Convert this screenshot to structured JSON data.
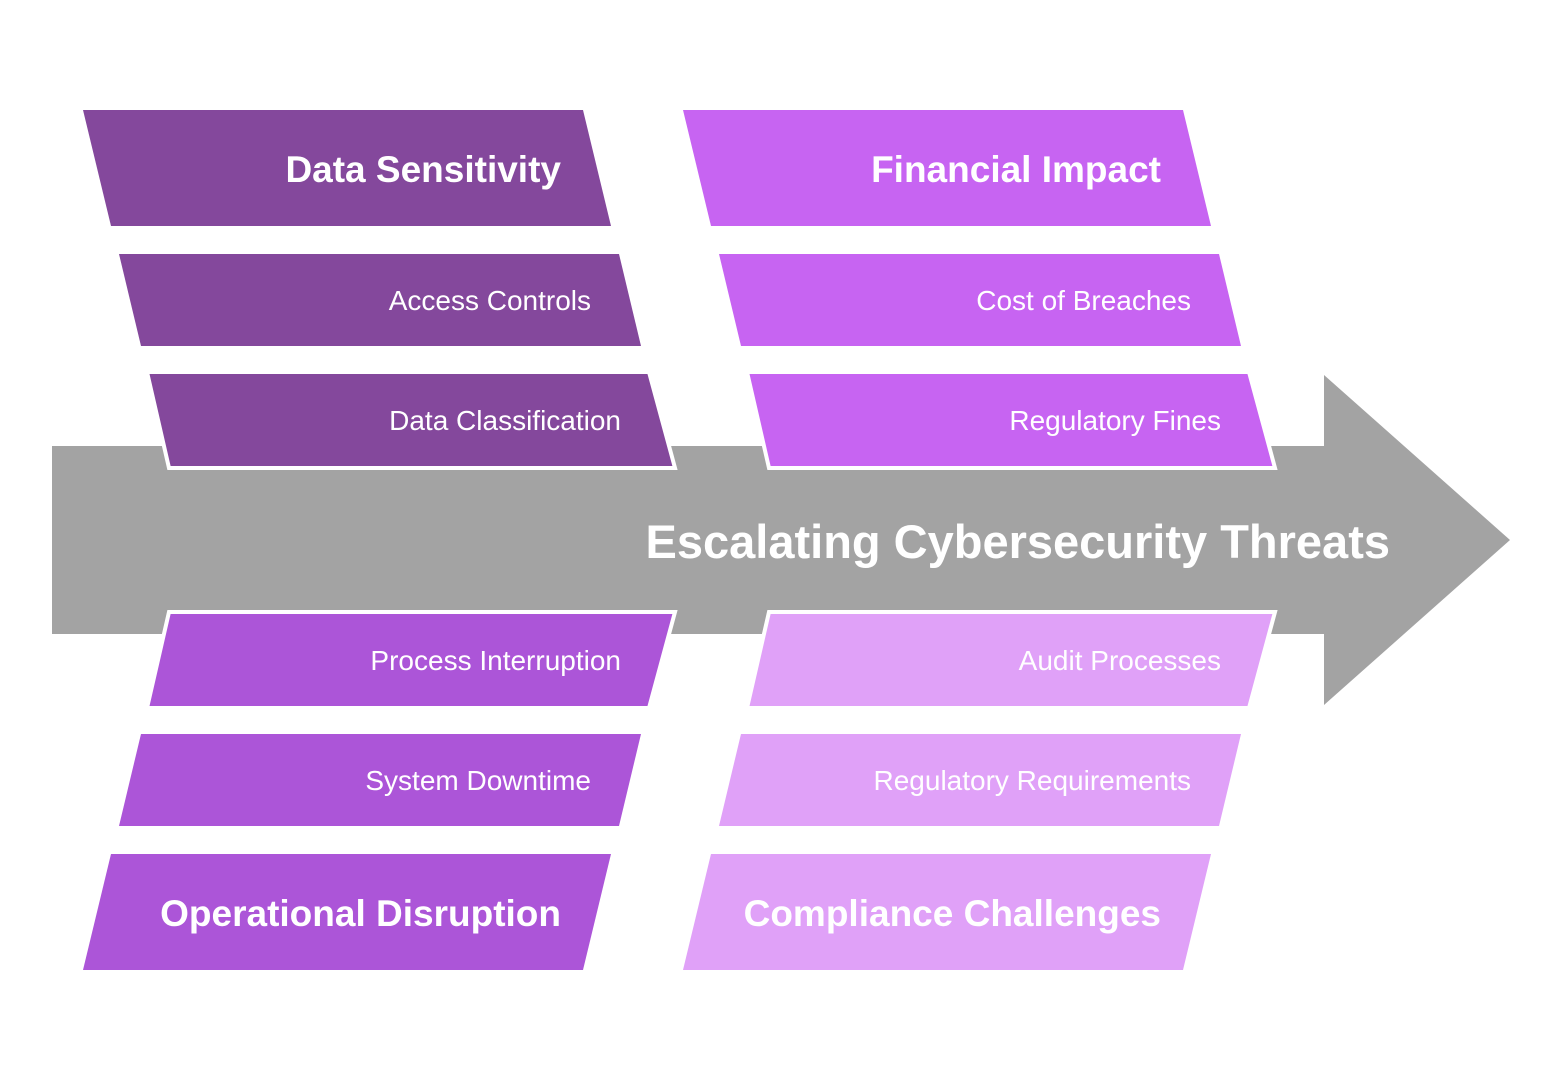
{
  "main": {
    "label": "Escalating Cybersecurity Threats"
  },
  "colors": {
    "arrow": "#a3a3a3",
    "data_sensitivity": "#84489c",
    "financial_impact": "#c764f2",
    "operational_disruption": "#ac55d8",
    "compliance_challenges": "#e0a1f8"
  },
  "categories": [
    {
      "title": "Data Sensitivity",
      "items": [
        "Access Controls",
        "Data Classification"
      ]
    },
    {
      "title": "Financial Impact",
      "items": [
        "Cost of Breaches",
        "Regulatory Fines"
      ]
    },
    {
      "title": "Operational Disruption",
      "items": [
        "System Downtime",
        "Process Interruption"
      ]
    },
    {
      "title": "Compliance Challenges",
      "items": [
        "Regulatory Requirements",
        "Audit Processes"
      ]
    }
  ]
}
